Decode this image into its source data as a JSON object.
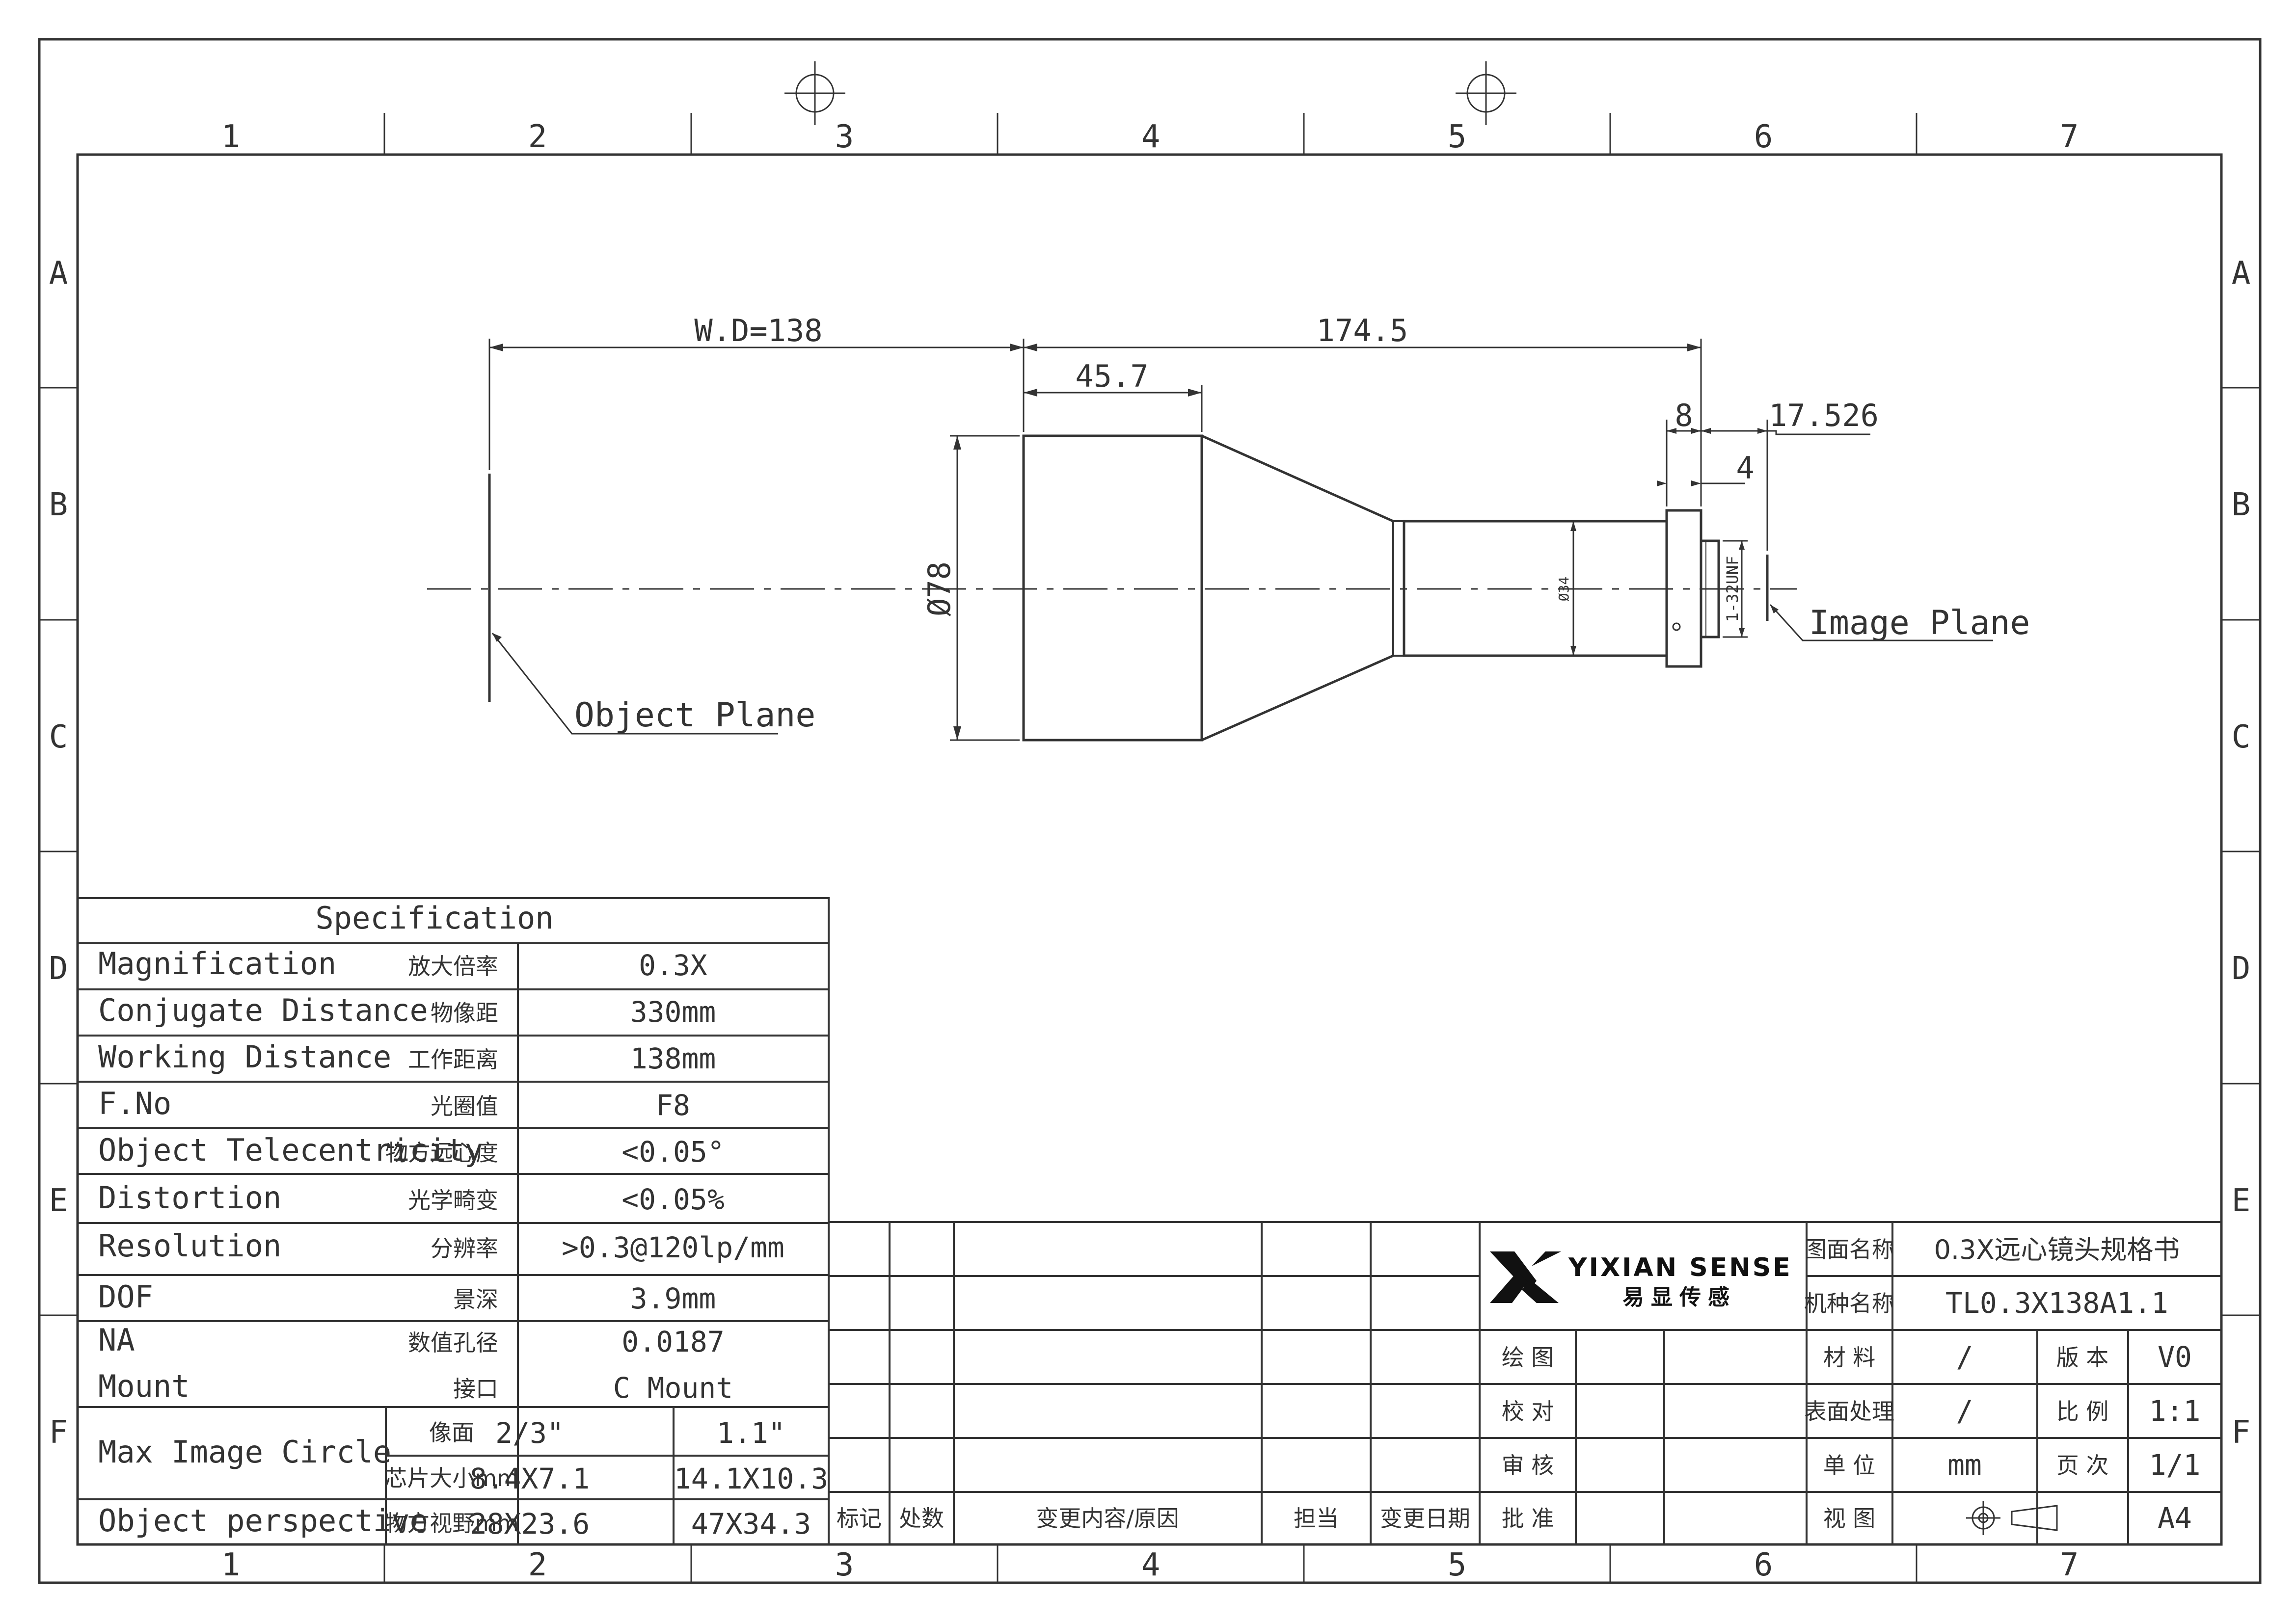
{
  "frame": {
    "columns": [
      "1",
      "2",
      "3",
      "4",
      "5",
      "6",
      "7"
    ],
    "rows": [
      "A",
      "B",
      "C",
      "D",
      "E",
      "F"
    ]
  },
  "drawing": {
    "dim_wd": "W.D=138",
    "dim_total": "174.5",
    "dim_front": "45.7",
    "dim_8": "8",
    "dim_17526": "17.526",
    "dim_4": "4",
    "dia_78": "Ø78",
    "dia_34": "Ø34",
    "thread": "1-32UNF",
    "object_plane": "Object Plane",
    "image_plane": "Image Plane"
  },
  "spec": {
    "title": "Specification",
    "rows": [
      {
        "en": "Magnification",
        "cn": "放大倍率",
        "value": "0.3X"
      },
      {
        "en": "Conjugate Distance",
        "cn": "物像距",
        "value": "330mm"
      },
      {
        "en": "Working Distance",
        "cn": "工作距离",
        "value": "138mm"
      },
      {
        "en": "F.No",
        "cn": "光圈值",
        "value": "F8"
      },
      {
        "en": "Object Telecentricity",
        "cn": "物方远心度",
        "value": "<0.05°"
      },
      {
        "en": "Distortion",
        "cn": "光学畸变",
        "value": "<0.05%"
      },
      {
        "en": "Resolution",
        "cn": "分辨率",
        "value": ">0.3@120lp/mm"
      },
      {
        "en": "DOF",
        "cn": "景深",
        "value": "3.9mm"
      },
      {
        "en": "NA",
        "cn": "数值孔径",
        "value": "0.0187"
      },
      {
        "en": "Mount",
        "cn": "接口",
        "value": "C Mount"
      }
    ],
    "mic": {
      "en": "Max Image Circle",
      "cn1": "像面",
      "v1a": "2/3\"",
      "v1b": "1.1\"",
      "cn2": "芯片大小mm",
      "v2a": "8.4X7.1",
      "v2b": "14.1X10.3"
    },
    "op": {
      "en": "Object perspective",
      "cn": "物方视野mm",
      "va": "28X23.6",
      "vb": "47X34.3"
    }
  },
  "revision": {
    "mark": "标记",
    "count": "处数",
    "content": "变更内容/原因",
    "owner": "担当",
    "date": "变更日期"
  },
  "title_block": {
    "brand_en": "YIXIAN SENSE",
    "brand_cn": "易显传感",
    "drawing_name_label": "图面名称",
    "drawing_name": "0.3X远心镜头规格书",
    "model_label": "机种名称",
    "model": "TL0.3X138A1.1",
    "draw": "绘 图",
    "check": "校 对",
    "review": "审 核",
    "approve": "批 准",
    "material_label": "材 料",
    "material": "/",
    "version_label": "版 本",
    "version": "V0",
    "surface_label": "表面处理",
    "surface": "/",
    "scale_label": "比 例",
    "scale": "1:1",
    "unit_label": "单 位",
    "unit": "mm",
    "page_label": "页 次",
    "page": "1/1",
    "view_label": "视 图",
    "size": "A4"
  },
  "colors": {
    "line": "#333333",
    "brand": "#111111"
  }
}
